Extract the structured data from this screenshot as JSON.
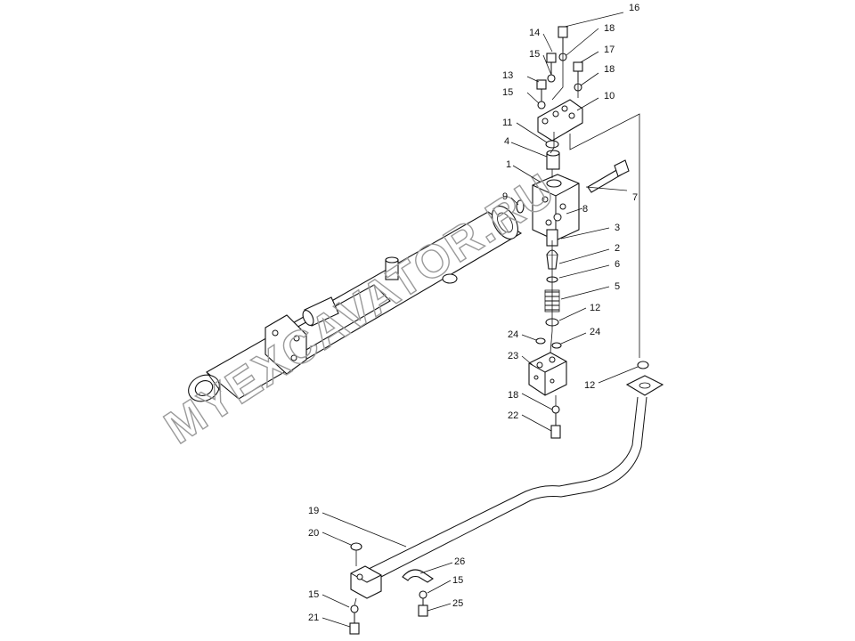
{
  "watermark": "MYEXCAVATOR.RU",
  "callouts": [
    {
      "id": "c16a",
      "label": "16"
    },
    {
      "id": "c14",
      "label": "14"
    },
    {
      "id": "c18a",
      "label": "18"
    },
    {
      "id": "c15a",
      "label": "15"
    },
    {
      "id": "c17",
      "label": "17"
    },
    {
      "id": "c13",
      "label": "13"
    },
    {
      "id": "c18b",
      "label": "18"
    },
    {
      "id": "c15b",
      "label": "15"
    },
    {
      "id": "c10",
      "label": "10"
    },
    {
      "id": "c11",
      "label": "11"
    },
    {
      "id": "c4",
      "label": "4"
    },
    {
      "id": "c1",
      "label": "1"
    },
    {
      "id": "c9",
      "label": "9"
    },
    {
      "id": "c7",
      "label": "7"
    },
    {
      "id": "c8",
      "label": "8"
    },
    {
      "id": "c3",
      "label": "3"
    },
    {
      "id": "c2",
      "label": "2"
    },
    {
      "id": "c6",
      "label": "6"
    },
    {
      "id": "c5",
      "label": "5"
    },
    {
      "id": "c12a",
      "label": "12"
    },
    {
      "id": "c24a",
      "label": "24"
    },
    {
      "id": "c24b",
      "label": "24"
    },
    {
      "id": "c23",
      "label": "23"
    },
    {
      "id": "c12b",
      "label": "12"
    },
    {
      "id": "c18c",
      "label": "18"
    },
    {
      "id": "c22",
      "label": "22"
    },
    {
      "id": "c19",
      "label": "19"
    },
    {
      "id": "c20",
      "label": "20"
    },
    {
      "id": "c26",
      "label": "26"
    },
    {
      "id": "c15c",
      "label": "15"
    },
    {
      "id": "c15d",
      "label": "15"
    },
    {
      "id": "c25",
      "label": "25"
    },
    {
      "id": "c21",
      "label": "21"
    }
  ]
}
